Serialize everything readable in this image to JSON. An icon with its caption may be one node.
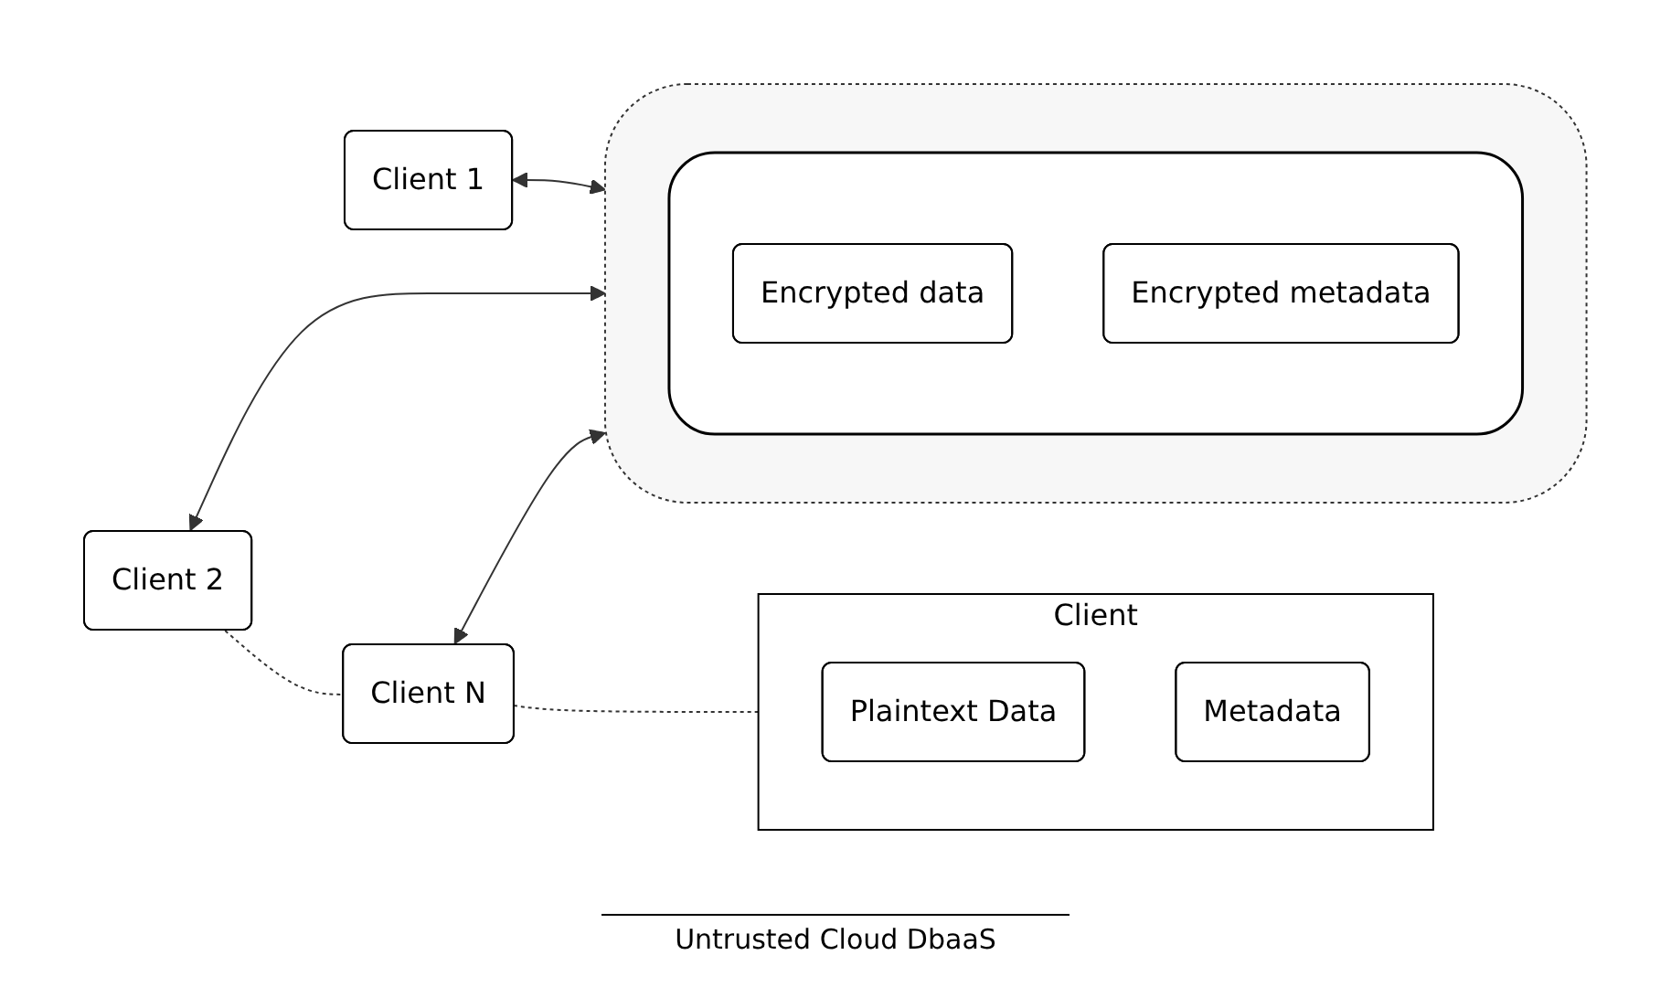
{
  "diagram": {
    "nodes": [
      {
        "text": [
          "Client 1"
        ]
      },
      {
        "text": [
          "Client 2"
        ]
      },
      {
        "text": [
          "Client N"
        ]
      },
      {
        "text": [
          "Client"
        ]
      },
      {
        "text": [
          "Plaintext Data"
        ],
        "in": 3
      },
      {
        "text": [
          "Metadata"
        ],
        "in": 3
      },
      {
        "text": [],
        "shape": "cloud"
      },
      {
        "text": [],
        "shape": "cylinder",
        "in": 6
      },
      {
        "text": [
          "Encrypted data"
        ],
        "in": 7
      },
      {
        "text": [
          "Encrypted metadata"
        ],
        "in": 7
      }
    ],
    "edges": [
      {
        "from": 0,
        "to": 6,
        "arrow": "both"
      },
      {
        "from": 1,
        "to": 6,
        "arrow": "both"
      },
      {
        "from": 2,
        "to": 6,
        "arrow": "both"
      },
      {
        "from": 1,
        "to": 2,
        "arrow": "none",
        "style": "dashed"
      },
      {
        "from": 2,
        "to": 3,
        "arrow": "none",
        "style": "dashed"
      }
    ],
    "labels": [
      "Untrusted Cloud DbaaS"
    ]
  }
}
